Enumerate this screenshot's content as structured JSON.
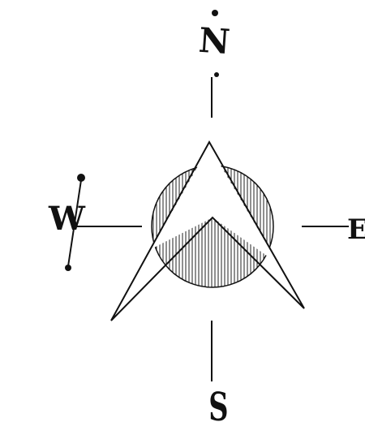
{
  "compass": {
    "north_label": "N",
    "south_label": "S",
    "east_label": "E",
    "west_label": "W",
    "ink_color": "#111111",
    "background_color": "#ffffff"
  }
}
